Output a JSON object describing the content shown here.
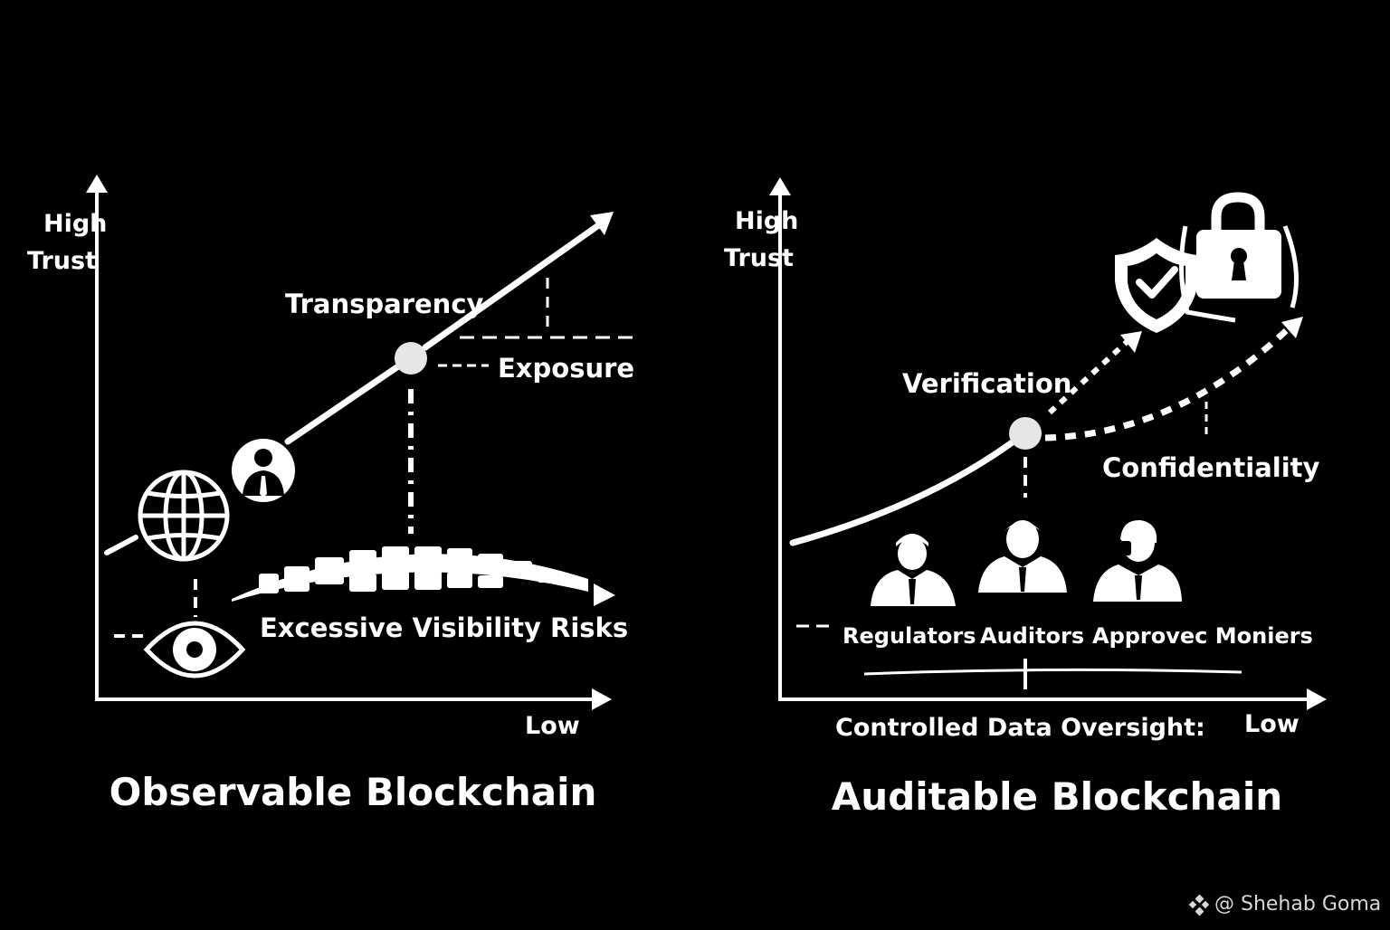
{
  "left_panel": {
    "title": "Observable Blockchain",
    "y_axis_label_line1": "High",
    "y_axis_label_line2": "Trust",
    "x_axis_label": "Low",
    "transparency_label": "Transparency",
    "exposure_label": "Exposure",
    "risk_label": "Excessive Visibility Risks",
    "icons": [
      "globe-icon",
      "user-icon",
      "eye-icon"
    ]
  },
  "right_panel": {
    "title": "Auditable Blockchain",
    "y_axis_label_line1": "High",
    "y_axis_label_line2": "Trust",
    "x_axis_label": "Low",
    "x_caption": "Controlled Data Oversight:",
    "verification_label": "Verification",
    "confidentiality_label": "Confidentiality",
    "stakeholders": [
      "Regulators",
      "Auditors",
      "Approvec Moniers"
    ],
    "icons": [
      "shield-check-icon",
      "padlock-icon",
      "regulator-icon",
      "auditor-icon",
      "monitor-icon"
    ]
  },
  "watermark": {
    "text": "@ Shehab Goma"
  },
  "colors": {
    "background": "#000000",
    "foreground": "#ffffff"
  }
}
